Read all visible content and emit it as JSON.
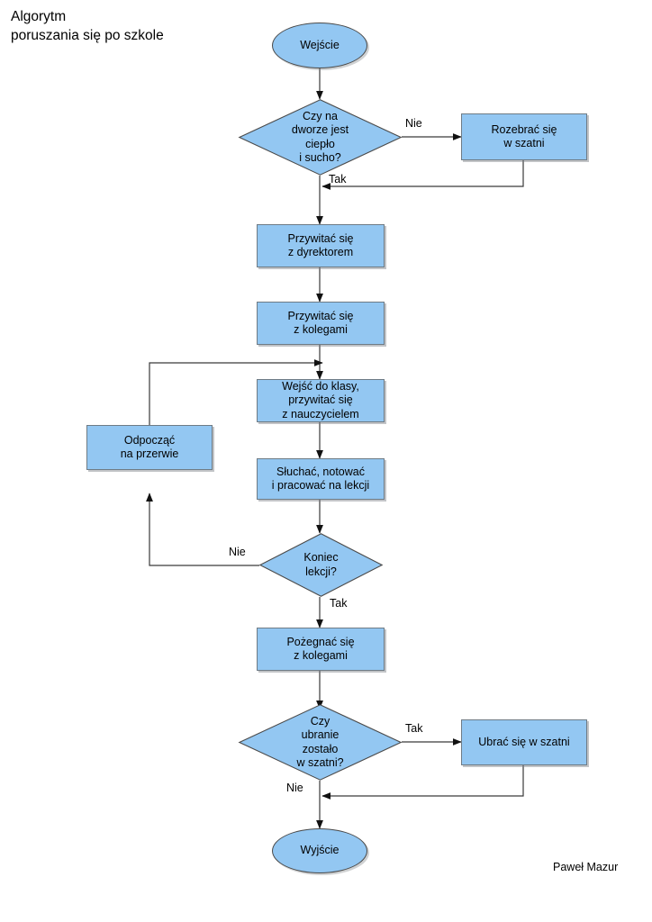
{
  "diagram": {
    "title": "Algorytm\nporuszania się po szkole",
    "credit": "Paweł Mazur",
    "colors": {
      "node_fill": "#93C7F2",
      "node_border": "#6E7B85",
      "line": "#3a3a3a",
      "text": "#000000",
      "background": "#ffffff"
    },
    "type": "flowchart"
  },
  "nodes": {
    "start": {
      "label": "Wejście",
      "shape": "ellipse"
    },
    "decision_weather": {
      "label": "Czy na\ndworze jest\nciepło\ni sucho?",
      "shape": "diamond"
    },
    "undress": {
      "label": "Rozebrać się\nw szatni",
      "shape": "process"
    },
    "greet_director": {
      "label": "Przywitać się\nz dyrektorem",
      "shape": "process"
    },
    "greet_friends": {
      "label": "Przywitać się\nz kolegami",
      "shape": "process"
    },
    "enter_class": {
      "label": "Wejść do klasy,\nprzywitać się\nz nauczycielem",
      "shape": "process"
    },
    "listen": {
      "label": "Słuchać, notować\ni pracować na lekcji",
      "shape": "process"
    },
    "rest": {
      "label": "Odpocząć\nna przerwie",
      "shape": "process"
    },
    "decision_end_lesson": {
      "label": "Koniec\nlekcji?",
      "shape": "diamond"
    },
    "farewell": {
      "label": "Pożegnać się\nz kolegami",
      "shape": "process"
    },
    "decision_cloakroom": {
      "label": "Czy\nubranie\nzostało\nw szatni?",
      "shape": "diamond"
    },
    "dress": {
      "label": "Ubrać się w szatni",
      "shape": "process"
    },
    "end": {
      "label": "Wyjście",
      "shape": "ellipse"
    }
  },
  "edge_labels": {
    "weather_no": "Nie",
    "weather_yes": "Tak",
    "lesson_no": "Nie",
    "lesson_yes": "Tak",
    "cloakroom_yes": "Tak",
    "cloakroom_no": "Nie"
  }
}
